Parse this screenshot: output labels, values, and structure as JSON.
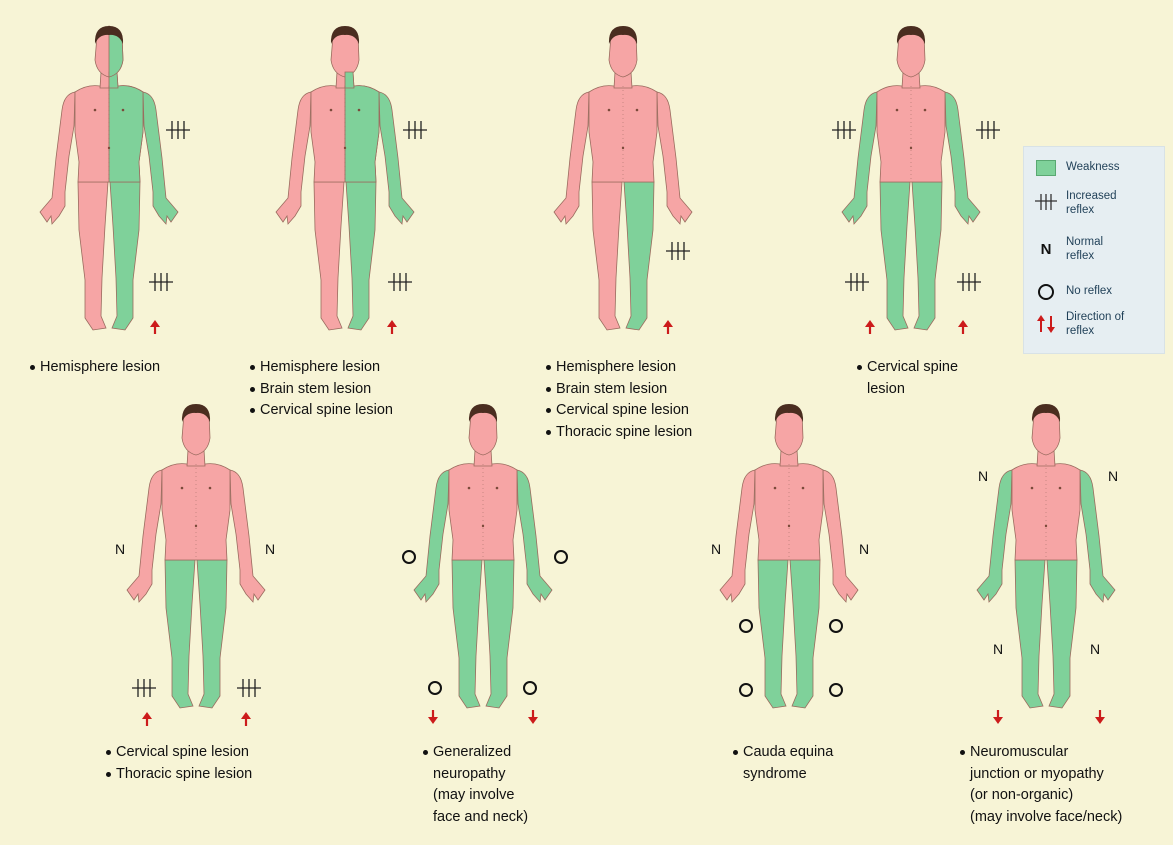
{
  "colors": {
    "weakness": "#7fd19a",
    "normal": "#f6a5a5",
    "arrow": "#cc1b1b"
  },
  "figures": [
    {
      "region": "left-hemibody",
      "caption": [
        "Hemisphere lesion"
      ],
      "arrows": "up-right",
      "reflexes": "increased-right"
    },
    {
      "region": "left-body-below-neck",
      "caption": [
        "Hemisphere lesion",
        "Brain stem lesion",
        "Cervical spine lesion"
      ],
      "arrows": "up-right",
      "reflexes": "increased-right"
    },
    {
      "region": "left-leg",
      "caption": [
        "Hemisphere lesion",
        "Brain stem lesion",
        "Cervical spine lesion",
        "Thoracic spine lesion"
      ],
      "arrows": "up-right",
      "reflexes": "increased-right-leg"
    },
    {
      "region": "arms-and-legs",
      "caption": [
        "Cervical spine\nlesion"
      ],
      "arrows": "up-both",
      "reflexes": "increased-all"
    },
    {
      "region": "legs",
      "caption": [
        "Cervical spine lesion",
        "Thoracic spine lesion"
      ],
      "arrows": "up-both",
      "reflexes": "normal-arms-increased-legs",
      "normal_label": "N"
    },
    {
      "region": "arms-and-legs",
      "caption": [
        "Generalized\nneuropathy\n(may involve\nface and neck)"
      ],
      "arrows": "down-both",
      "reflexes": "absent-all"
    },
    {
      "region": "legs",
      "caption": [
        "Cauda equina\nsyndrome"
      ],
      "arrows": "none",
      "reflexes": "normal-arms-absent-legs",
      "normal_label": "N"
    },
    {
      "region": "arms-and-legs",
      "caption": [
        "Neuromuscular\njunction or myopathy\n(or non-organic)\n(may involve face/neck)"
      ],
      "arrows": "down-both",
      "reflexes": "normal-all",
      "normal_label": "N"
    }
  ],
  "legend": {
    "weakness": "Weakness",
    "increased": "Increased\nreflex",
    "normal_symbol": "N",
    "normal": "Normal\nreflex",
    "none": "No reflex",
    "direction": "Direction of\nreflex"
  }
}
